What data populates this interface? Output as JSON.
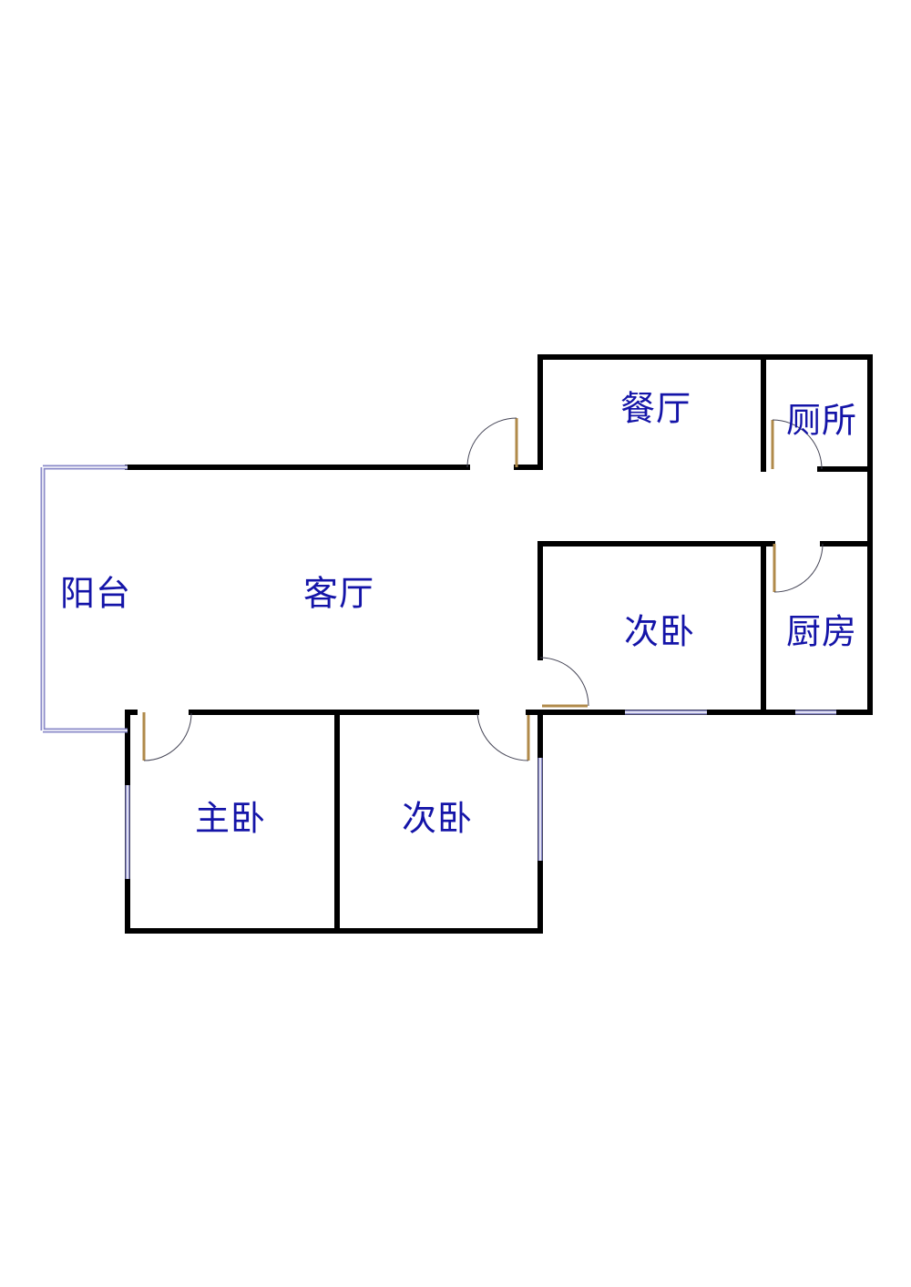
{
  "floorplan": {
    "rooms": [
      {
        "id": "dining",
        "label": "餐厅"
      },
      {
        "id": "toilet",
        "label": "厕所"
      },
      {
        "id": "balcony",
        "label": "阳台"
      },
      {
        "id": "living",
        "label": "客厅"
      },
      {
        "id": "bedroom2a",
        "label": "次卧"
      },
      {
        "id": "kitchen",
        "label": "厨房"
      },
      {
        "id": "master",
        "label": "主卧"
      },
      {
        "id": "bedroom2b",
        "label": "次卧"
      }
    ],
    "colors": {
      "wall": "#000000",
      "window": "#8a8ac8",
      "door": "#b08a4a",
      "text": "#1414a8"
    }
  }
}
